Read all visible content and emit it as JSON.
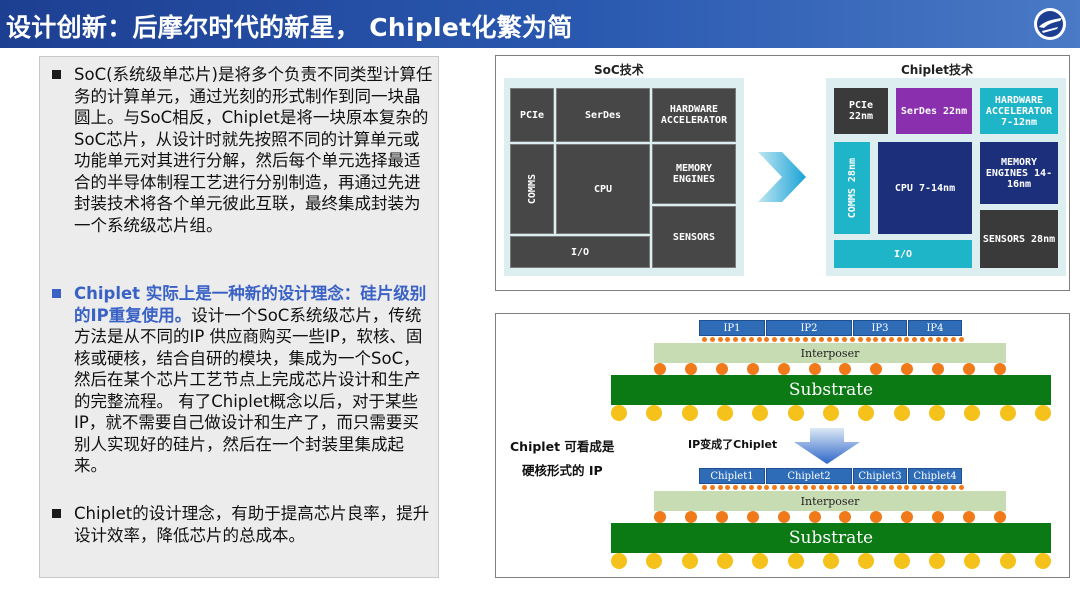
{
  "header": {
    "title": "设计创新：后摩尔时代的新星， Chiplet化繁为简",
    "logo_icon": "airplane-emblem-icon"
  },
  "bullets": [
    {
      "text": "SoC(系统级单芯片)是将多个负责不同类型计算任务的计算单元，通过光刻的形式制作到同一块晶圆上。与SoC相反，Chiplet是将一块原本复杂的SoC芯片，从设计时就先按照不同的计算单元或功能单元对其进行分解，然后每个单元选择最适合的半导体制程工艺进行分别制造，再通过先进封装技术将各个单元彼此互联，最终集成封装为一个系统级芯片组。"
    },
    {
      "highlight": "Chiplet 实际上是一种新的设计理念：硅片级别的IP重复使用。",
      "text": "设计一个SoC系统级芯片，传统方法是从不同的IP 供应商购买一些IP，软核、固核或硬核，结合自研的模块，集成为一个SoC，然后在某个芯片工艺节点上完成芯片设计和生产的完整流程。 有了Chiplet概念以后，对于某些IP，就不需要自己做设计和生产了，而只需要买别人实现好的硅片，然后在一个封装里集成起来。"
    },
    {
      "text": "Chiplet的设计理念，有助于提高芯片良率，提升设计效率，降低芯片的总成本。"
    }
  ],
  "soc_diagram": {
    "soc_caption": "SoC技术",
    "chiplet_caption": "Chiplet技术",
    "soc_blocks": {
      "pcie": "PCIe",
      "serdes": "SerDes",
      "hw": "HARDWARE ACCELERATOR",
      "comms": "COMMS",
      "cpu": "CPU",
      "mem": "MEMORY ENGINES",
      "sensors": "SENSORS",
      "io": "I/O"
    },
    "chiplet_blocks": {
      "pcie": "PCIe 22nm",
      "serdes": "SerDes 22nm",
      "hw": "HARDWARE ACCELERATOR 7-12nm",
      "comms": "COMMS 28nm",
      "cpu": "CPU 7-14nm",
      "mem": "MEMORY ENGINES 14-16nm",
      "sensors": "SENSORS 28nm",
      "io": "I/O"
    },
    "arrow_icon": "chevron-right-icon",
    "colors": {
      "grey": "#474747",
      "teal": "#1eb5c8",
      "purple": "#8a2fae",
      "navy": "#1b2f7a",
      "dark": "#3a3a3a",
      "bg": "#ddeef0"
    }
  },
  "package_diagram": {
    "top_ips": [
      "IP1",
      "IP2",
      "IP3",
      "IP4"
    ],
    "interposer": "Interposer",
    "substrate": "Substrate",
    "bottom_chiplets": [
      "Chiplet1",
      "Chiplet2",
      "Chiplet3",
      "Chiplet4"
    ],
    "note_line1": "Chiplet 可看成是",
    "note_line2": "硬核形式的 IP",
    "arrow_label": "IP变成了Chiplet",
    "arrow_icon": "arrow-down-icon"
  }
}
